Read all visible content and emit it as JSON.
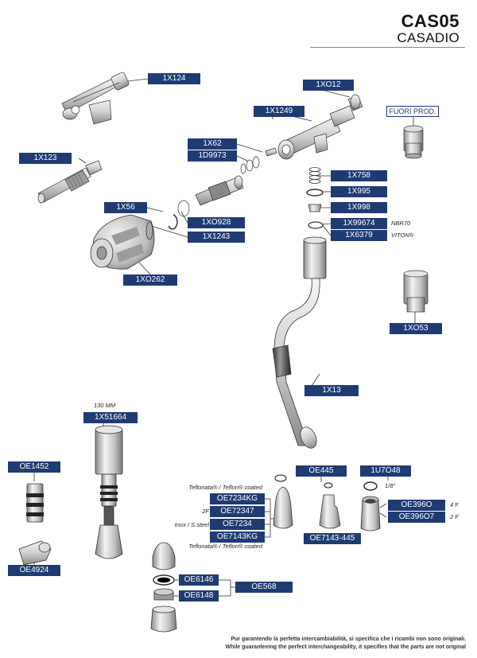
{
  "header": {
    "code": "CAS05",
    "brand": "CASADIO"
  },
  "labels": {
    "p1X124": "1X124",
    "p1XO12": "1XO12",
    "p1X1249": "1X1249",
    "fuori_prod": "FUORI PROD.",
    "p1X62": "1X62",
    "p1D9973": "1D9973",
    "p1X123": "1X123",
    "p1X758": "1X758",
    "p1X995": "1X995",
    "p1X998": "1X998",
    "p1X56": "1X56",
    "p1XO928": "1XO928",
    "p1X99674": "1X99674",
    "p1X6379": "1X6379",
    "p1X1243": "1X1243",
    "p1XO262": "1XO262",
    "p1XO53": "1XO53",
    "p1X13": "1X13",
    "p1X51664": "1X51664",
    "pOE1452": "OE1452",
    "pOE445": "OE445",
    "p1U7O48": "1U7O48",
    "pOE7234KG": "OE7234KG",
    "pOE72347": "OE72347",
    "pOE7234": "OE7234",
    "pOE7143KG": "OE7143KG",
    "pOE396O": "OE396O",
    "pOE396O7": "OE396O7",
    "pOE7143_445": "OE7143-445",
    "pOE4924": "OE4924",
    "pOE6146": "OE6146",
    "pOE6148": "OE6148",
    "pOE568": "OE568"
  },
  "notes": {
    "nbr70": "NBR70",
    "viton": "VITON®",
    "mm130": "130 MM",
    "teflon1": "Teflonata® / Teflon® coated",
    "f2": "2F",
    "inox": "Inox / S.steel",
    "teflon2": "Teflonata® / Teflon® coated",
    "eighth": "1/8\"",
    "f4b": "4 F",
    "f2b": "2 F"
  },
  "footer": {
    "line1": "Pur garantendo la perfetta intercambiabilità, si specifica che i ricambi non sono originali.",
    "line2": "While guaranteeing the perfect interchangeability, it specifies that the parts are not original"
  },
  "colors": {
    "label_bg": "#1f3b73",
    "label_text": "#ffffff"
  }
}
